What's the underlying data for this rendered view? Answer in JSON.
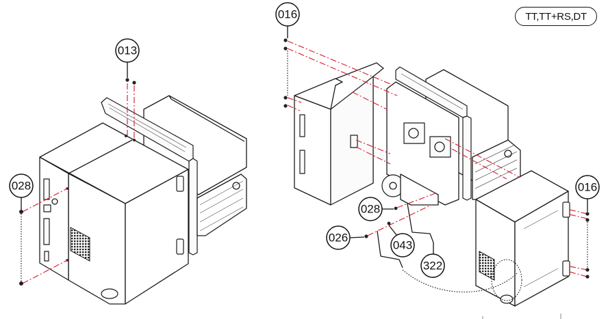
{
  "diagram": {
    "title": "Exploded parts view – side covers",
    "variant_label": "TT,TT+RS,DT",
    "callouts": [
      {
        "id": "callout-013-left-top-screws",
        "label": "013"
      },
      {
        "id": "callout-028-left-side-screws",
        "label": "028"
      },
      {
        "id": "callout-016-top-screws",
        "label": "016"
      },
      {
        "id": "callout-028-bracket-screw",
        "label": "028"
      },
      {
        "id": "callout-026-screw",
        "label": "026"
      },
      {
        "id": "callout-043-washer",
        "label": "043"
      },
      {
        "id": "callout-322-cable",
        "label": "322"
      },
      {
        "id": "callout-016-right-cover-screws",
        "label": "016"
      }
    ],
    "assemblies": [
      "printer-assembled-view",
      "printer-exploded-view",
      "left-side-cover",
      "right-side-cover"
    ]
  }
}
